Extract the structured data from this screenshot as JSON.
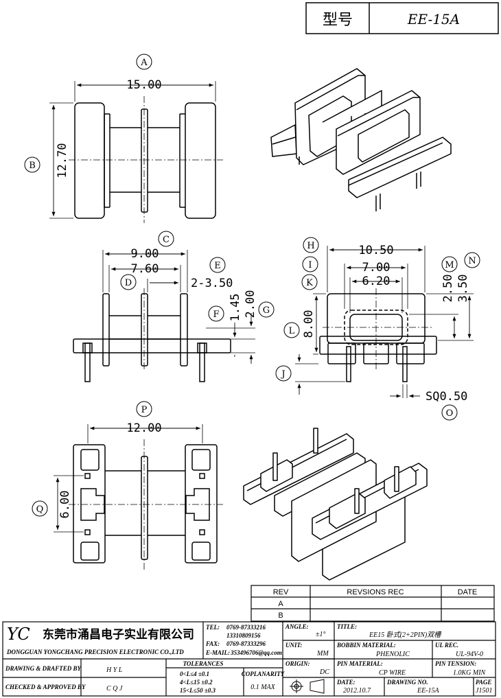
{
  "header": {
    "type_label": "型号",
    "model": "EE-15A"
  },
  "dimensions": {
    "A": "15.00",
    "B": "12.70",
    "C": "9.00",
    "D": "7.60",
    "E": "2-3.50",
    "F": "1.45",
    "G": "2.00",
    "H": "10.50",
    "I": "7.00",
    "K": "6.20",
    "L": "8.00",
    "M": "2.50",
    "N": "3.50",
    "O": "SQ0.50",
    "P": "12.00",
    "Q": "6.00"
  },
  "callouts": [
    "A",
    "B",
    "C",
    "D",
    "E",
    "F",
    "G",
    "H",
    "I",
    "J",
    "K",
    "L",
    "M",
    "N",
    "O",
    "P",
    "Q"
  ],
  "revision_table": {
    "headers": [
      "REV",
      "REVSIONS REC",
      "DATE"
    ],
    "rows": [
      {
        "rev": "A"
      },
      {
        "rev": "B"
      }
    ]
  },
  "title_block": {
    "logo": "YC",
    "company_cn": "东莞市涌昌电子实业有限公司",
    "company_en": "DONGGUAN YONGCHANG PRECISION ELECTRONIC CO.,LTD",
    "tel_label": "TEL:",
    "tel_value": "0769-87333216",
    "mobile_value": "13310809156",
    "fax_label": "FAX:",
    "fax_value": "0769-87333296",
    "email_label": "E-MAIL:",
    "email_value": "353496706@qq.com",
    "angle_label": "ANGLE:",
    "angle_value": "±1°",
    "title_label": "TITLE:",
    "title_value": "EE15 卧式(2+2PIN)双槽",
    "unit_label": "UNIT:",
    "unit_value": "MM",
    "bobbin_material_label": "BOBBIN MATERIAL:",
    "bobbin_material_value": "PHENOLIC",
    "ul_rec_label": "UL REC.",
    "ul_rec_value": "UL-94V-0",
    "origin_label": "ORIGIN:",
    "origin_value": "DC",
    "pin_material_label": "PIN MATERIAL:",
    "pin_material_value": "CP WIRE",
    "pin_tension_label": "PIN TENSION:",
    "pin_tension_value": "1.0KG MIN",
    "drawn_label": "DRAWING & DRAFTED BY",
    "drawn_value": "H Y L",
    "checked_label": "CHECKED & APPROVED BY",
    "checked_value": "C Q J",
    "tolerances_label": "TOLERANCES",
    "tol_1": "0<L≤4  ±0.1",
    "tol_2": "4<L≤15  ±0.2",
    "tol_3": "15<L≤50  ±0.3",
    "coplanarity_label": "COPLANARITY",
    "coplanarity_value": "0.1 MAX",
    "date_label": "DATE:",
    "date_value": "2012.10.7",
    "drawing_no_label": "DRAWING NO.",
    "drawing_no_value": "EE-15A",
    "page_label": "PAGE",
    "page_value": "J1501"
  }
}
